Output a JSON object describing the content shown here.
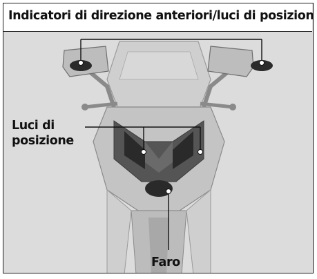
{
  "labels": {
    "top": "Indicatori di direzione anteriori/luci di posizione",
    "position_line1": "Luci di",
    "position_line2": "posizione",
    "headlight": "Faro"
  },
  "colors": {
    "background": "#dcdcdc",
    "border": "#1a1a1a",
    "body_light": "#c4c4c4",
    "body_dark": "#555555",
    "lamp": "#2a2a2a",
    "pointer": "#111111"
  }
}
